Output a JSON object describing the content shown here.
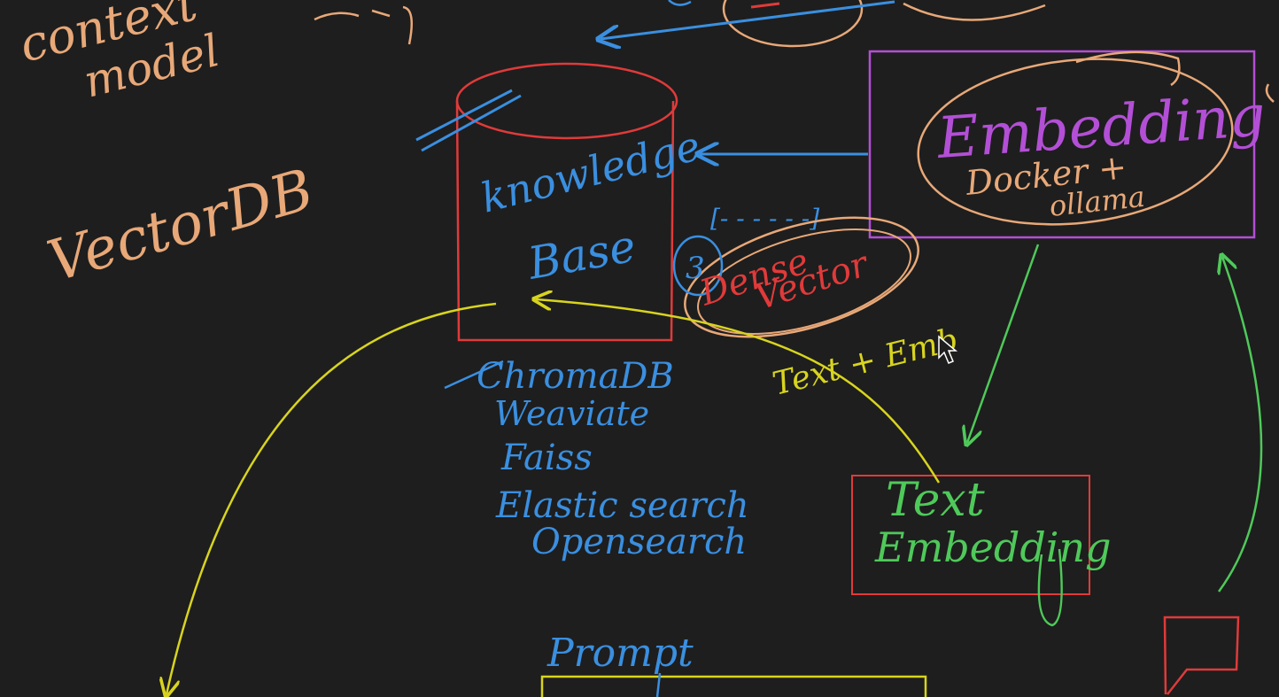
{
  "colors": {
    "background": "#1e1e1e",
    "orange": "#e8a878",
    "blue": "#3a8fe0",
    "red": "#e03a3a",
    "purple": "#b34fd6",
    "green": "#4fc95a",
    "yellow": "#d8d41e"
  },
  "notes": {
    "context": "context",
    "model": "model",
    "vectordb": "VectorDB",
    "prompt": "Prompt",
    "text_emb": "Text + Emb"
  },
  "knowledge_base": {
    "line1": "knowledge",
    "line2": "Base"
  },
  "vector_dbs": [
    "ChromaDB",
    "Weaviate",
    "Faiss",
    "Elastic search",
    "Opensearch"
  ],
  "embedding": {
    "title": "Embedding",
    "line2": "Docker +",
    "line3": "ollama"
  },
  "dense_vector": {
    "number": "3",
    "line1": "Dense",
    "line2": "Vector",
    "bracket": "[- - - - - -]"
  },
  "text_embedding": {
    "line1": "Text",
    "line2": "Embedding"
  }
}
